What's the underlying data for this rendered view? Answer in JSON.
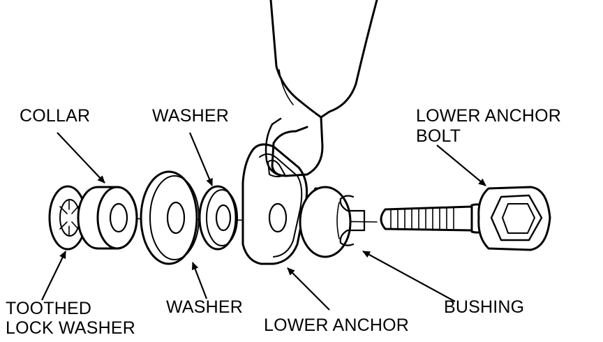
{
  "labels": {
    "collar": "COLLAR",
    "washer_top": "WASHER",
    "lower_anchor_bolt_line1": "LOWER ANCHOR",
    "lower_anchor_bolt_line2": "BOLT",
    "toothed_lock_washer_line1": "TOOTHED",
    "toothed_lock_washer_line2": "LOCK WASHER",
    "washer_bottom": "WASHER",
    "lower_anchor": "LOWER ANCHOR",
    "bushing": "BUSHING"
  }
}
